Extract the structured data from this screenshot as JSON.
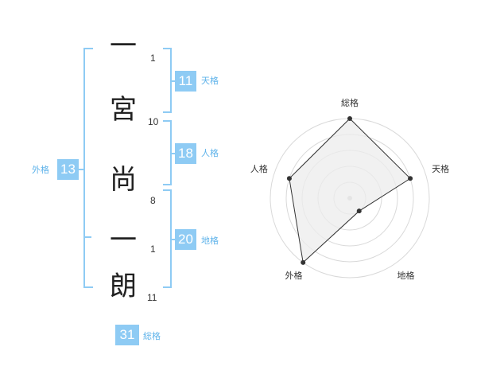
{
  "name": {
    "characters": [
      {
        "char": "一",
        "strokes": "1"
      },
      {
        "char": "宮",
        "strokes": "10"
      },
      {
        "char": "尚",
        "strokes": "8"
      },
      {
        "char": "一",
        "strokes": "1"
      },
      {
        "char": "朗",
        "strokes": "11"
      }
    ]
  },
  "grades": {
    "tenkaku": {
      "value": "11",
      "label": "天格"
    },
    "jinkaku": {
      "value": "18",
      "label": "人格"
    },
    "chikaku": {
      "value": "20",
      "label": "地格"
    },
    "gaikaku": {
      "value": "13",
      "label": "外格"
    },
    "soukaku": {
      "value": "31",
      "label": "総格"
    }
  },
  "radar": {
    "axes": [
      "総格",
      "天格",
      "地格",
      "外格",
      "人格"
    ],
    "levels": 5,
    "scores": [
      5,
      4,
      1,
      5,
      4
    ],
    "fill_color": "#ececec",
    "stroke_color": "#333333",
    "grid_color": "#d9d9d9"
  },
  "colors": {
    "accent": "#8ecbf4",
    "accent_text": "#5fb3ea"
  }
}
